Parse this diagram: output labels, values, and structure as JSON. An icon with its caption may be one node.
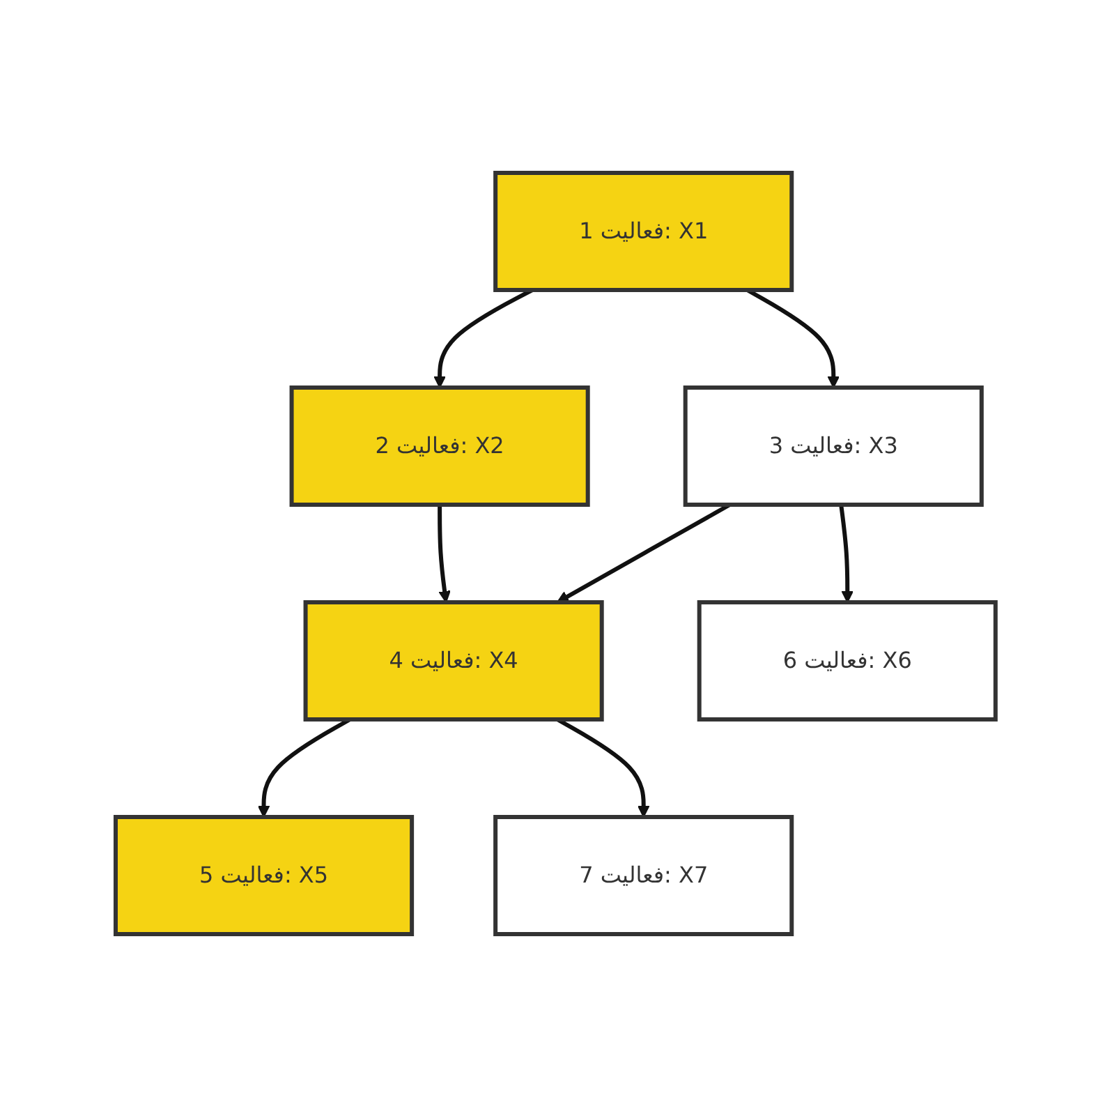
{
  "diagram": {
    "nodes": [
      {
        "text": [
          "فعالیت 1: X1"
        ]
      },
      {
        "text": [
          "فعالیت 2: X2"
        ]
      },
      {
        "text": [
          "فعالیت 3: X3"
        ]
      },
      {
        "text": [
          "فعالیت 4: X4"
        ]
      },
      {
        "text": [
          "فعالیت 6: X6"
        ]
      },
      {
        "text": [
          "فعالیت 5: X5"
        ]
      },
      {
        "text": [
          "فعالیت 7: X7"
        ]
      }
    ],
    "edges": [
      {
        "from": 0,
        "to": 1,
        "arrow": "to"
      },
      {
        "from": 0,
        "to": 2,
        "arrow": "to"
      },
      {
        "from": 1,
        "to": 3,
        "arrow": "to"
      },
      {
        "from": 2,
        "to": 3,
        "arrow": "to"
      },
      {
        "from": 2,
        "to": 4,
        "arrow": "to"
      },
      {
        "from": 3,
        "to": 5,
        "arrow": "to"
      },
      {
        "from": 3,
        "to": 6,
        "arrow": "to"
      }
    ]
  }
}
